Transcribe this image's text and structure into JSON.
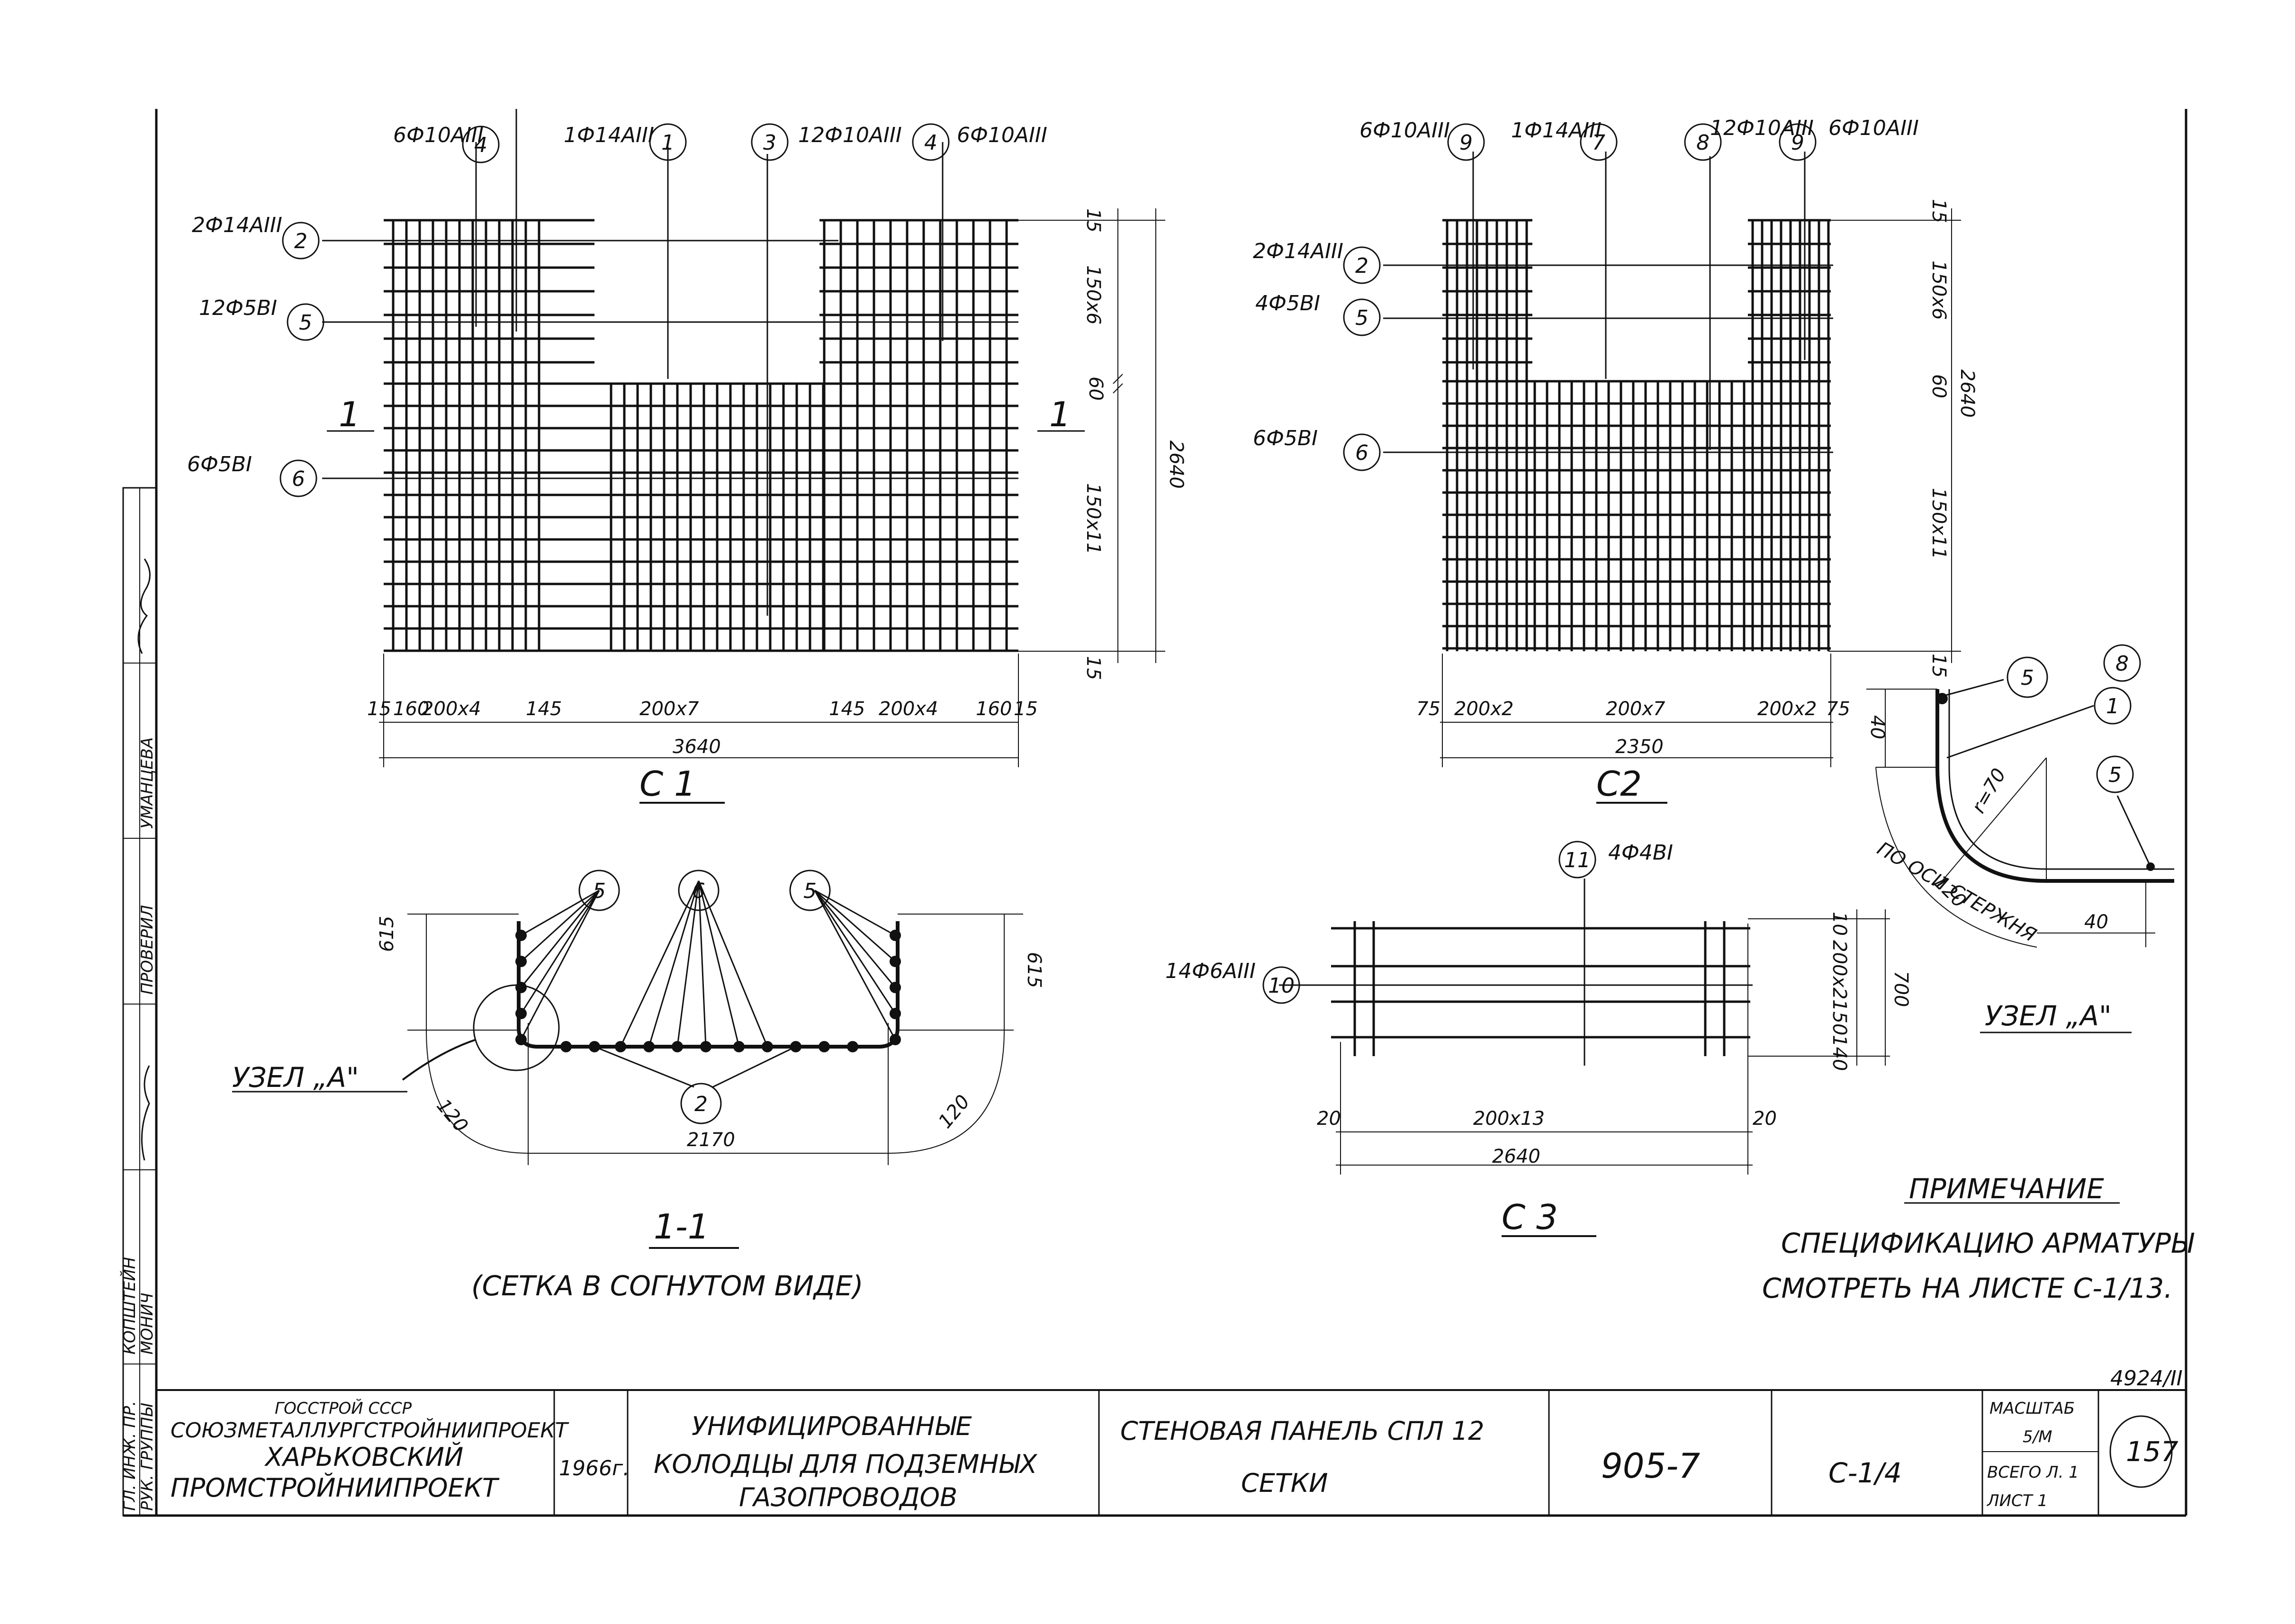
{
  "views": {
    "c1": {
      "title": "С 1",
      "bar_labels": {
        "b1": "6Ф10АIII",
        "b2": "1Ф14АIII",
        "b3": "12Ф10АIII",
        "b4": "6Ф10АIII",
        "l2": "2Ф14АIII",
        "l5": "12Ф5ВI",
        "l6": "6Ф5ВI"
      },
      "callouts": {
        "c1": "4",
        "c2": "1",
        "c3": "3",
        "c4": "4",
        "c5": "2",
        "c6": "5",
        "c7": "6"
      },
      "section_marks": {
        "left": "1",
        "right": "1"
      },
      "dims_bottom": [
        "15",
        "160",
        "200х4",
        "145",
        "200х7",
        "145",
        "200х4",
        "160",
        "15"
      ],
      "dim_total": "3640",
      "dims_right": [
        "15",
        "150х6",
        "60",
        "150х11",
        "15"
      ],
      "dim_right_total": "2640"
    },
    "c2": {
      "title": "С2",
      "bar_labels": {
        "b1": "6Ф10АIII",
        "b2": "1Ф14АIII",
        "b3": "12Ф10АIII",
        "b4": "6Ф10АIII",
        "l2": "2Ф14АIII",
        "l5": "4Ф5ВI",
        "l6": "6Ф5ВI"
      },
      "callouts": {
        "c1": "9",
        "c2": "7",
        "c3": "8",
        "c4": "9",
        "c5": "2",
        "c6": "5",
        "c7": "6"
      },
      "dims_bottom": [
        "75",
        "200х2",
        "200х7",
        "200х2",
        "75"
      ],
      "dim_total": "2350",
      "dims_right": [
        "15",
        "150х6",
        "60",
        "150х11",
        "15"
      ],
      "dim_right_total": "2640"
    },
    "section": {
      "title": "1-1",
      "subtitle": "(СЕТКА В СОГНУТОМ ВИДЕ)",
      "callouts": {
        "a": "5",
        "b": "6",
        "c": "5",
        "d": "2"
      },
      "node_label": "УЗЕЛ „А\"",
      "dims": {
        "left_h": "615",
        "right_h": "615",
        "width": "2170",
        "r_left": "120",
        "r_right": "120"
      }
    },
    "c3": {
      "title": "С 3",
      "callouts": {
        "top": "11",
        "left": "10"
      },
      "labels": {
        "top": "4Ф4ВI",
        "left": "14Ф6АIII"
      },
      "dims_bottom": [
        "20",
        "200х13",
        "20"
      ],
      "dim_total": "2640",
      "dims_right": [
        "10",
        "200х2",
        "150",
        "140"
      ],
      "dim_right_total": "700"
    },
    "node": {
      "title": "УЗЕЛ „А\"",
      "callouts": {
        "a": "5",
        "b": "1",
        "c": "8",
        "d": "5"
      },
      "dims": {
        "top": "40",
        "radius": "r=70",
        "arc": "120",
        "end": "40",
        "along": "ПО ОСИ СТЕРЖНЯ"
      }
    }
  },
  "note": {
    "heading": "ПРИМЕЧАНИЕ",
    "line1": "СПЕЦИФИКАЦИЮ АРМАТУРЫ",
    "line2": "СМОТРЕТЬ НА ЛИСТЕ С-1/13."
  },
  "doc_code": "4924/II",
  "title_block": {
    "org1": "ГОССТРОЙ СССР",
    "org2": "СОЮЗМЕТАЛЛУРГСТРОЙНИИПРОЕКТ",
    "org3": "ХАРЬКОВСКИЙ",
    "org4": "ПРОМСТРОЙНИИПРОЕКТ",
    "year": "1966г.",
    "project1": "УНИФИЦИРОВАННЫЕ",
    "project2": "КОЛОДЦЫ ДЛЯ ПОДЗЕМНЫХ",
    "project3": "ГАЗОПРОВОДОВ",
    "sheet_title1": "СТЕНОВАЯ ПАНЕЛЬ СПЛ 12",
    "sheet_title2": "СЕТКИ",
    "series": "905-7",
    "sheet_no": "С-1/4",
    "scale_label": "МАСШТАБ",
    "scale_value": "5/М",
    "total_sheets": "ВСЕГО Л. 1",
    "sheet_label": "ЛИСТ 1",
    "page": "157"
  },
  "side_stamp": {
    "chief": "ГЛ. ИНЖ. ПР.",
    "chief_name": "КОПШТЕЙН",
    "group": "РУК. ГРУППЫ",
    "group_name": "МОНИЧ",
    "checked": "ПРОВЕРИЛ",
    "checked_name": "УМАНЦЕВА"
  }
}
